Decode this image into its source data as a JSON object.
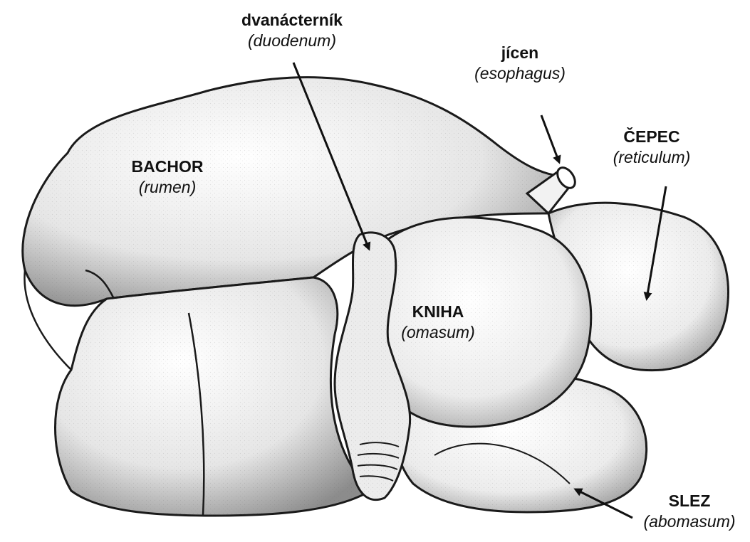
{
  "labels": {
    "duodenum": {
      "czech": "dvanácterník",
      "latin": "(duodenum)"
    },
    "esophagus": {
      "czech": "jícen",
      "latin": "(esophagus)"
    },
    "reticulum": {
      "czech": "ČEPEC",
      "latin": "(reticulum)"
    },
    "rumen": {
      "czech": "BACHOR",
      "latin": "(rumen)"
    },
    "omasum": {
      "czech": "KNIHA",
      "latin": "(omasum)"
    },
    "abomasum": {
      "czech": "SLEZ",
      "latin": "(abomasum)"
    }
  },
  "colors": {
    "outline": "#1a1a1a",
    "shading": "#9a9a9a",
    "fill": "#f4f4f4",
    "text": "#111111"
  }
}
